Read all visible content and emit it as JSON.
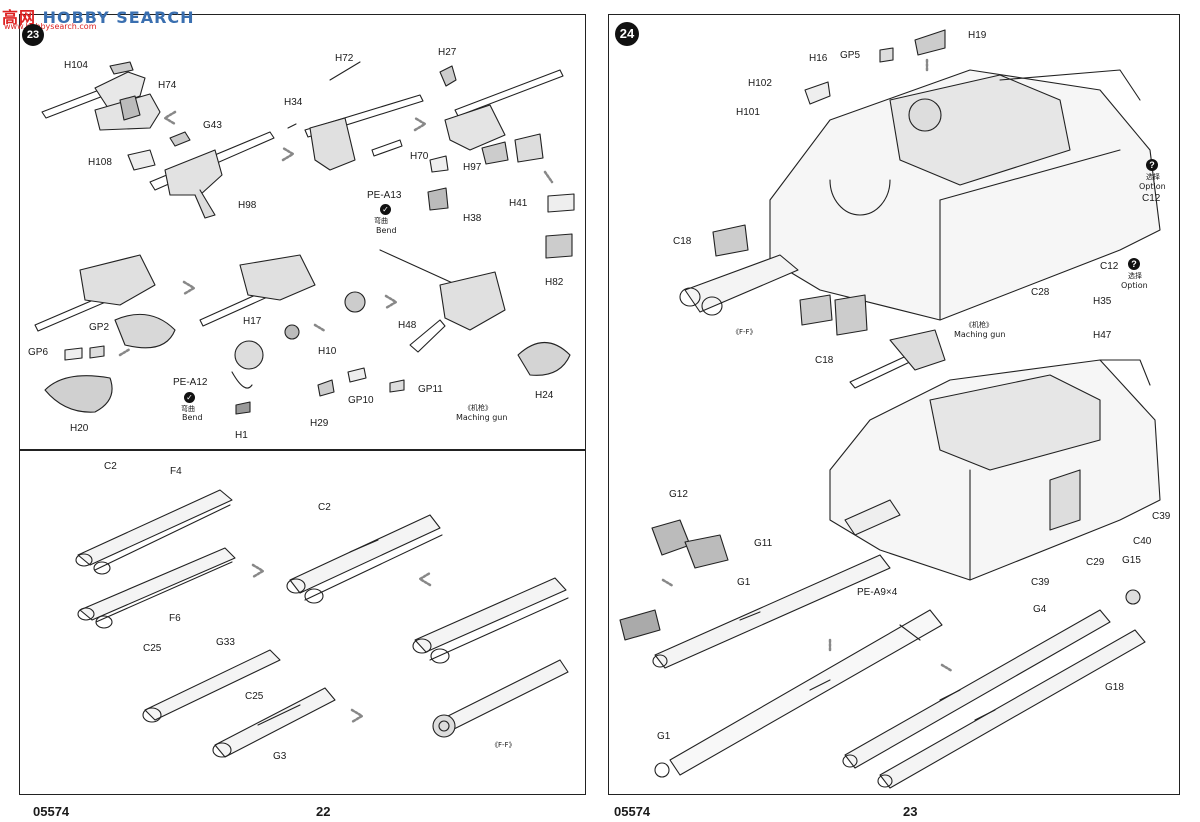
{
  "watermark": {
    "brand": "高网",
    "text": "HOBBY SEARCH",
    "url": "www.hobbysearch.com"
  },
  "left_page": {
    "page_number": "22",
    "kit_number": "05574",
    "top_labels": [
      "H104",
      "H74",
      "G43",
      "H108",
      "H98",
      "H72",
      "H34",
      "H70",
      "PE-A13",
      "H27",
      "H97",
      "H38",
      "H41",
      "H82",
      "GP2",
      "GP6",
      "H20",
      "H17",
      "H10",
      "PE-A12",
      "H1",
      "H29",
      "GP10",
      "GP11",
      "H48",
      "H24"
    ],
    "bend_label_cn": "弯曲",
    "bend_label": "Bend",
    "mg_label_cn": "《机枪》",
    "mg_label": "Maching gun",
    "bottom_labels": [
      "C2",
      "F4",
      "F6",
      "C2",
      "C25",
      "G33",
      "C25",
      "G3"
    ],
    "ff_label": "《F-F》"
  },
  "right_page": {
    "page_number": "23",
    "kit_number": "05574",
    "step": "24",
    "labels": [
      "H19",
      "GP5",
      "H16",
      "H102",
      "H101",
      "C12",
      "C12",
      "C18",
      "C28",
      "H35",
      "H47",
      "C18",
      "C39",
      "C40",
      "C29",
      "C39",
      "G12",
      "G11",
      "G1",
      "PE-A9×4",
      "G4",
      "G15",
      "G18",
      "G1"
    ],
    "option_cn": "选择",
    "option": "Option",
    "ff_label": "《F-F》",
    "mg_label_cn": "《机枪》",
    "mg_label": "Maching gun"
  }
}
